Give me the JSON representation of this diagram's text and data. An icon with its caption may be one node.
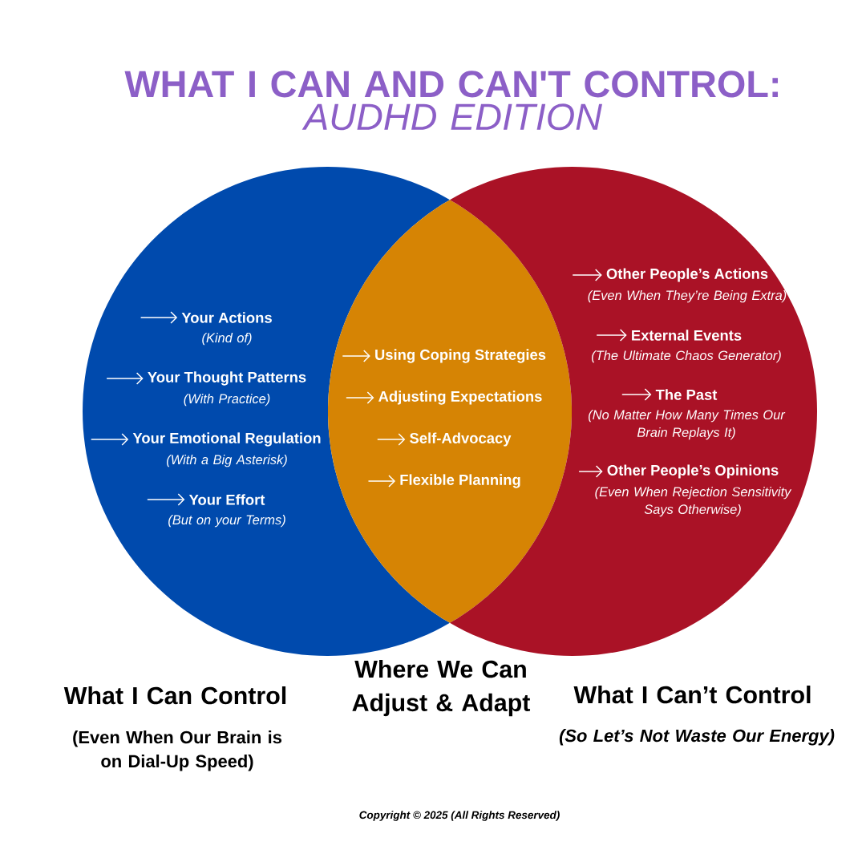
{
  "diagram": {
    "title": "**WHAT I CAN AND CAN'T CONTROL:** *AUDHD EDITION*",
    "nodes": [
      {
        "text": [
          "What I Can Control",
          "(Even When Our Brain is on Dial-Up Speed)"
        ]
      },
      {
        "text": [
          "Your Actions"
        ],
        "beside": [
          "(Kind of)"
        ],
        "in": 0
      },
      {
        "text": [
          "Your Thought Patterns"
        ],
        "beside": [
          "(With Practice)"
        ],
        "in": 0
      },
      {
        "text": [
          "Your Emotional Regulation"
        ],
        "beside": [
          "(With a Big Asterisk)"
        ],
        "in": 0
      },
      {
        "text": [
          "Your Effort"
        ],
        "beside": [
          "(But on your Terms)"
        ],
        "in": 0
      },
      {
        "text": [
          "Where We Can Adjust & Adapt"
        ]
      },
      {
        "text": [
          "Using Coping Strategies"
        ],
        "in": 5
      },
      {
        "text": [
          "Adjusting Expectations"
        ],
        "in": 5
      },
      {
        "text": [
          "Self-Advocacy"
        ],
        "in": 5
      },
      {
        "text": [
          "Flexible Planning"
        ],
        "in": 5
      },
      {
        "text": [
          "What I Can’t Control",
          "(So Let’s Not Waste Our Energy)"
        ]
      },
      {
        "text": [
          "Other People’s Actions"
        ],
        "beside": [
          "(Even When They’re Being Extra)"
        ],
        "in": 10
      },
      {
        "text": [
          "External Events"
        ],
        "beside": [
          "(The Ultimate Chaos Generator)"
        ],
        "in": 10
      },
      {
        "text": [
          "The Past"
        ],
        "beside": [
          "(No Matter How Many Times Our Brain Replays It)"
        ],
        "in": 10
      },
      {
        "text": [
          "Other People’s Opinions"
        ],
        "beside": [
          "(Even When Rejection Sensitivity Says Otherwise)"
        ],
        "in": 10
      }
    ],
    "edges": [
      {
        "from": null,
        "to": 1,
        "arrow": "to"
      },
      {
        "from": null,
        "to": 2,
        "arrow": "to"
      },
      {
        "from": null,
        "to": 3,
        "arrow": "to"
      },
      {
        "from": null,
        "to": 4,
        "arrow": "to"
      },
      {
        "from": null,
        "to": 6,
        "arrow": "to"
      },
      {
        "from": null,
        "to": 7,
        "arrow": "to"
      },
      {
        "from": null,
        "to": 8,
        "arrow": "to"
      },
      {
        "from": null,
        "to": 9,
        "arrow": "to"
      },
      {
        "from": null,
        "to": 11,
        "arrow": "to"
      },
      {
        "from": null,
        "to": 12,
        "arrow": "to"
      },
      {
        "from": null,
        "to": 13,
        "arrow": "to"
      },
      {
        "from": null,
        "to": 14,
        "arrow": "to"
      }
    ],
    "labels": [
      "Copyright © 2025 (All Rights Reserved)"
    ]
  }
}
